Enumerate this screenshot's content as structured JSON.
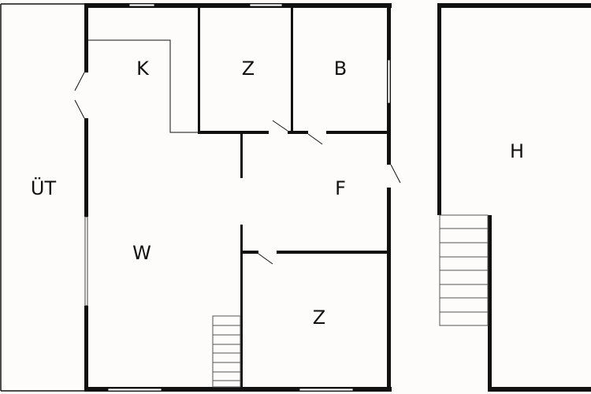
{
  "floorplan": {
    "rooms": {
      "ut": "ÜT",
      "k": "K",
      "z1": "Z",
      "b": "B",
      "f": "F",
      "w": "W",
      "z2": "Z",
      "h": "H"
    },
    "colors": {
      "wall": "#111111",
      "background": "#fdfcfb"
    }
  }
}
